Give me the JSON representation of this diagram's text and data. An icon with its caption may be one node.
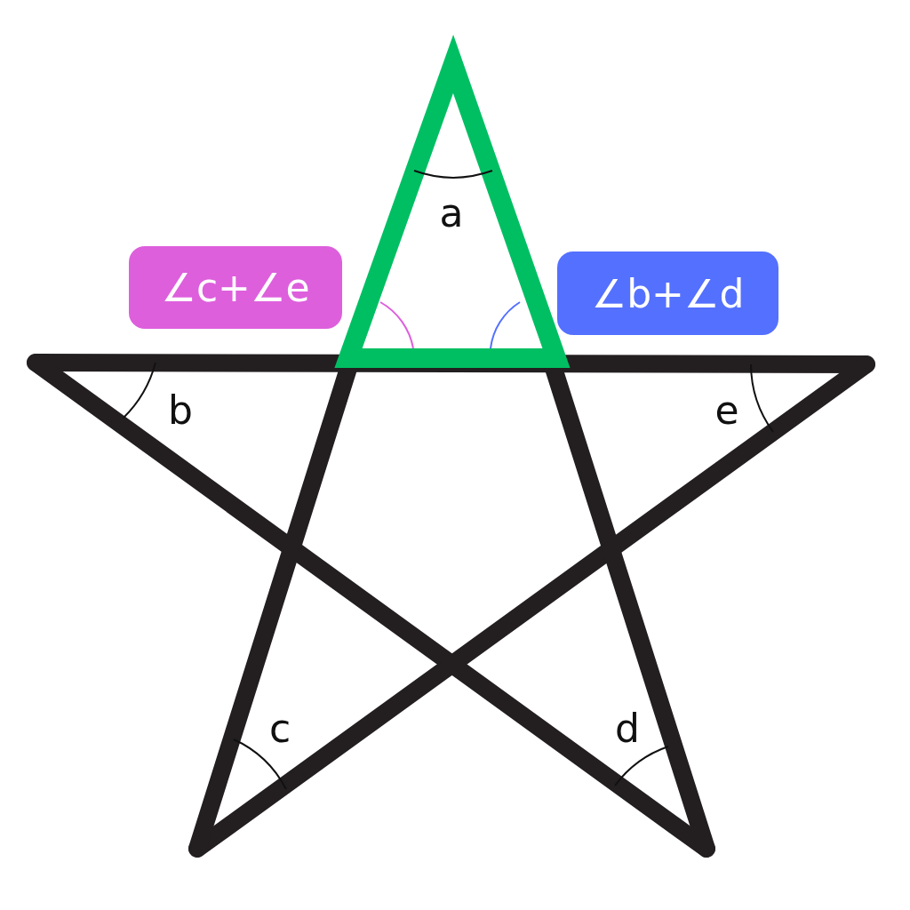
{
  "diagram": {
    "nodes": [
      {
        "text": [
          "∠c+∠e"
        ]
      },
      {
        "text": [
          "∠b+∠d"
        ]
      }
    ],
    "labels": [
      "a",
      "b",
      "e",
      "c",
      "d"
    ]
  }
}
